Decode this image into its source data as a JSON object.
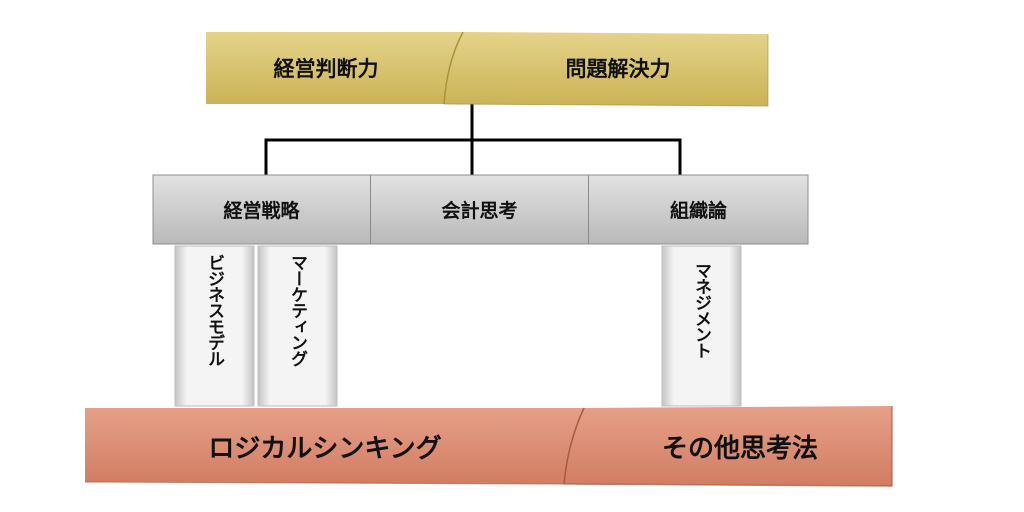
{
  "top_banner": {
    "left_label": "経営判断力",
    "right_label": "問題解決力",
    "color": "#d9c46a"
  },
  "mid_row": {
    "items": [
      {
        "label": "経営戦略"
      },
      {
        "label": "会計思考"
      },
      {
        "label": "組織論"
      }
    ],
    "color": "#c9c9c9"
  },
  "pillars": [
    {
      "label": "ビジネスモデル"
    },
    {
      "label": "マーケティング"
    },
    {
      "label": "マネジメント"
    }
  ],
  "bottom_banner": {
    "left_label": "ロジカルシンキング",
    "right_label": "その他思考法",
    "color": "#dc8e74"
  }
}
